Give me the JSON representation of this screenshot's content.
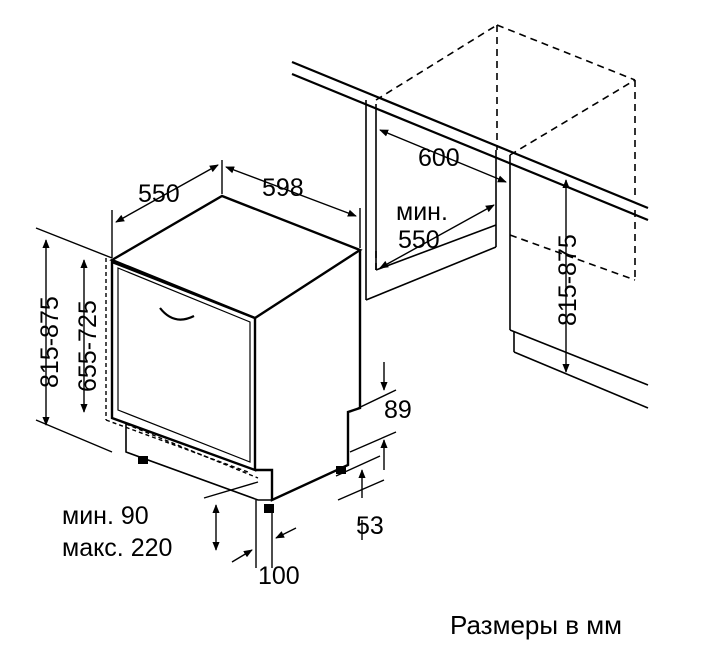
{
  "diagram": {
    "unit_note": "Размеры в мм",
    "appliance": {
      "depth": "550",
      "width": "598",
      "height_total": "815-875",
      "height_door": "655-725",
      "plinth_height": "89",
      "foot_height": "53",
      "foot_offset": "100",
      "plinth_gap_min": "мин. 90",
      "plinth_gap_max": "макс. 220"
    },
    "niche": {
      "width": "600",
      "depth_min_prefix": "мин.",
      "depth_min_value": "550",
      "height": "815-875"
    }
  }
}
